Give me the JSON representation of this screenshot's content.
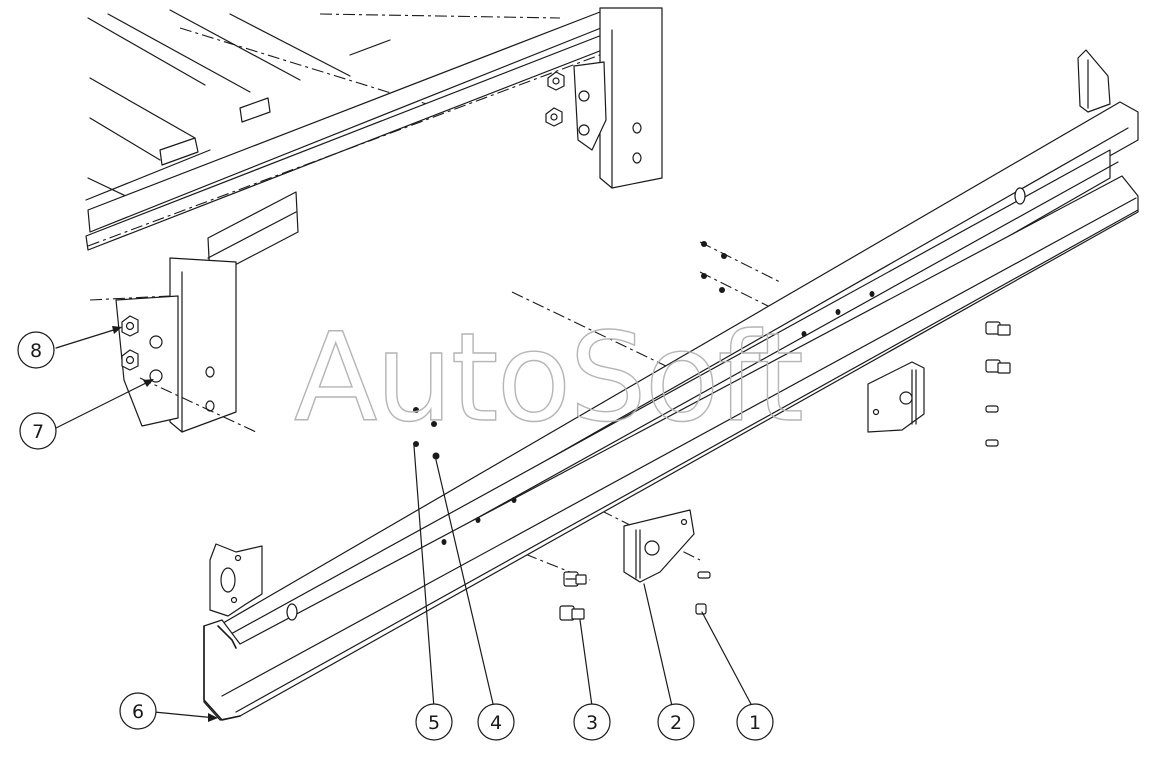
{
  "watermark": "AutoSoft",
  "callouts": [
    {
      "label": "1"
    },
    {
      "label": "2"
    },
    {
      "label": "3"
    },
    {
      "label": "4"
    },
    {
      "label": "5"
    },
    {
      "label": "6"
    },
    {
      "label": "7"
    },
    {
      "label": "8"
    }
  ],
  "colors": {
    "line": "#1a1a1a",
    "background": "#ffffff",
    "watermark": "#b5b5b5"
  }
}
